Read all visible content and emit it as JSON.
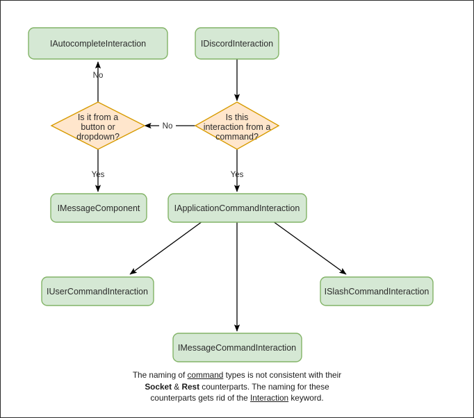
{
  "diagram": {
    "title": "Discord interaction type hierarchy flowchart",
    "colors": {
      "box_fill": "#d5e8d4",
      "box_stroke": "#82b366",
      "diamond_fill": "#ffe6cc",
      "diamond_stroke": "#d79b00",
      "edge": "#000000",
      "text": "#2b2b2b",
      "page_border": "#2b2b2b",
      "background": "#ffffff"
    },
    "nodes": {
      "autocomplete": {
        "label": "IAutocompleteInteraction",
        "shape": "rounded-rect"
      },
      "discord": {
        "label": "IDiscordInteraction",
        "shape": "rounded-rect"
      },
      "decision_button": {
        "shape": "diamond",
        "line1": "Is it from a",
        "line2": "button or",
        "line3": "dropdown?"
      },
      "decision_command": {
        "shape": "diamond",
        "line1": "Is this",
        "line2": "interaction from a",
        "line3": "command?"
      },
      "message_component": {
        "label": "IMessageComponent",
        "shape": "rounded-rect"
      },
      "application_command": {
        "label": "IApplicationCommandInteraction",
        "shape": "rounded-rect"
      },
      "user_command": {
        "label": "IUserCommandInteraction",
        "shape": "rounded-rect"
      },
      "slash_command": {
        "label": "ISlashCommandInteraction",
        "shape": "rounded-rect"
      },
      "message_command": {
        "label": "IMessageCommandInteraction",
        "shape": "rounded-rect"
      }
    },
    "edge_labels": {
      "no_up": "No",
      "no_left": "No",
      "yes_left": "Yes",
      "yes_right": "Yes"
    },
    "caption": {
      "line1_a": "The naming of ",
      "line1_u": "command",
      "line1_b": " types is not consistent with their",
      "line2_b1": "Socket",
      "line2_amp": " & ",
      "line2_b2": "Rest",
      "line2_rest": " counterparts. The naming for these",
      "line3_a": "counterparts gets rid of the ",
      "line3_u": "Interaction",
      "line3_b": " keyword."
    }
  }
}
